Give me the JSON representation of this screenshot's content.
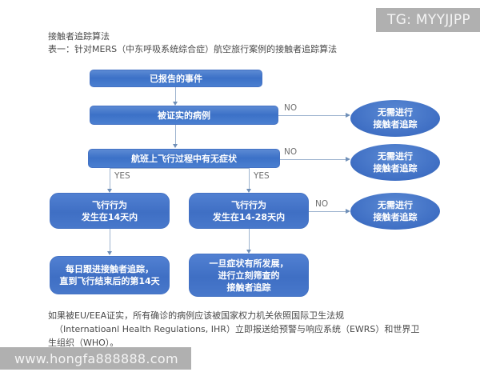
{
  "document": {
    "title_line1": "接触者追踪算法",
    "title_line2": "表一：针对MERS（中东呼吸系统综合症）航空旅行案例的接触者追踪算法"
  },
  "flowchart": {
    "nodes": {
      "reported_event": "已报告的事件",
      "confirmed_case": "被证实的病例",
      "symptoms_on_flight": "航班上飞行过程中有无症状",
      "within_14_days": "飞行行为\n发生在14天内",
      "between_14_28_days": "飞行行为\n发生在14-28天内",
      "daily_followup": "每日跟进接触者追踪，\n直到飞行结束后的第14天",
      "immediate_screening": "一旦症状有所发展，\n进行立刻筛查的\n接触者追踪",
      "no_tracing_1": "无需进行\n接触者追踪",
      "no_tracing_2": "无需进行\n接触者追踪",
      "no_tracing_3": "无需进行\n接触者追踪"
    },
    "node_lines": {
      "within_14_days": [
        "飞行行为",
        "发生在14天内"
      ],
      "between_14_28_days": [
        "飞行行为",
        "发生在14-28天内"
      ],
      "daily_followup": [
        "每日跟进接触者追踪，",
        "直到飞行结束后的第14天"
      ],
      "immediate_screening": [
        "一旦症状有所发展，",
        "进行立刻筛查的",
        "接触者追踪"
      ],
      "no_tracing": [
        "无需进行",
        "接触者追踪"
      ]
    },
    "edge_labels": {
      "no_1": "NO",
      "no_2": "NO",
      "no_3": "NO",
      "yes_1": "YES",
      "yes_2": "YES"
    },
    "colors": {
      "node_fill": "#4472c4",
      "node_text": "#ffffff",
      "connector": "#9eb4cf",
      "label_text": "#6e6e6e"
    }
  },
  "footnote": {
    "line1": "如果被EU/EEA证实，所有确诊的病例应该被国家权力机关依照国际卫生法规",
    "line2": "（Internatioanl Health Regulations, IHR）立即报送给预警与响应系统（EWRS）和世界卫",
    "line3": "生组织（WHO）。"
  },
  "watermarks": {
    "top_right": "TG: MYYJJPP",
    "bottom_left": "www.hongfa888888.com"
  }
}
